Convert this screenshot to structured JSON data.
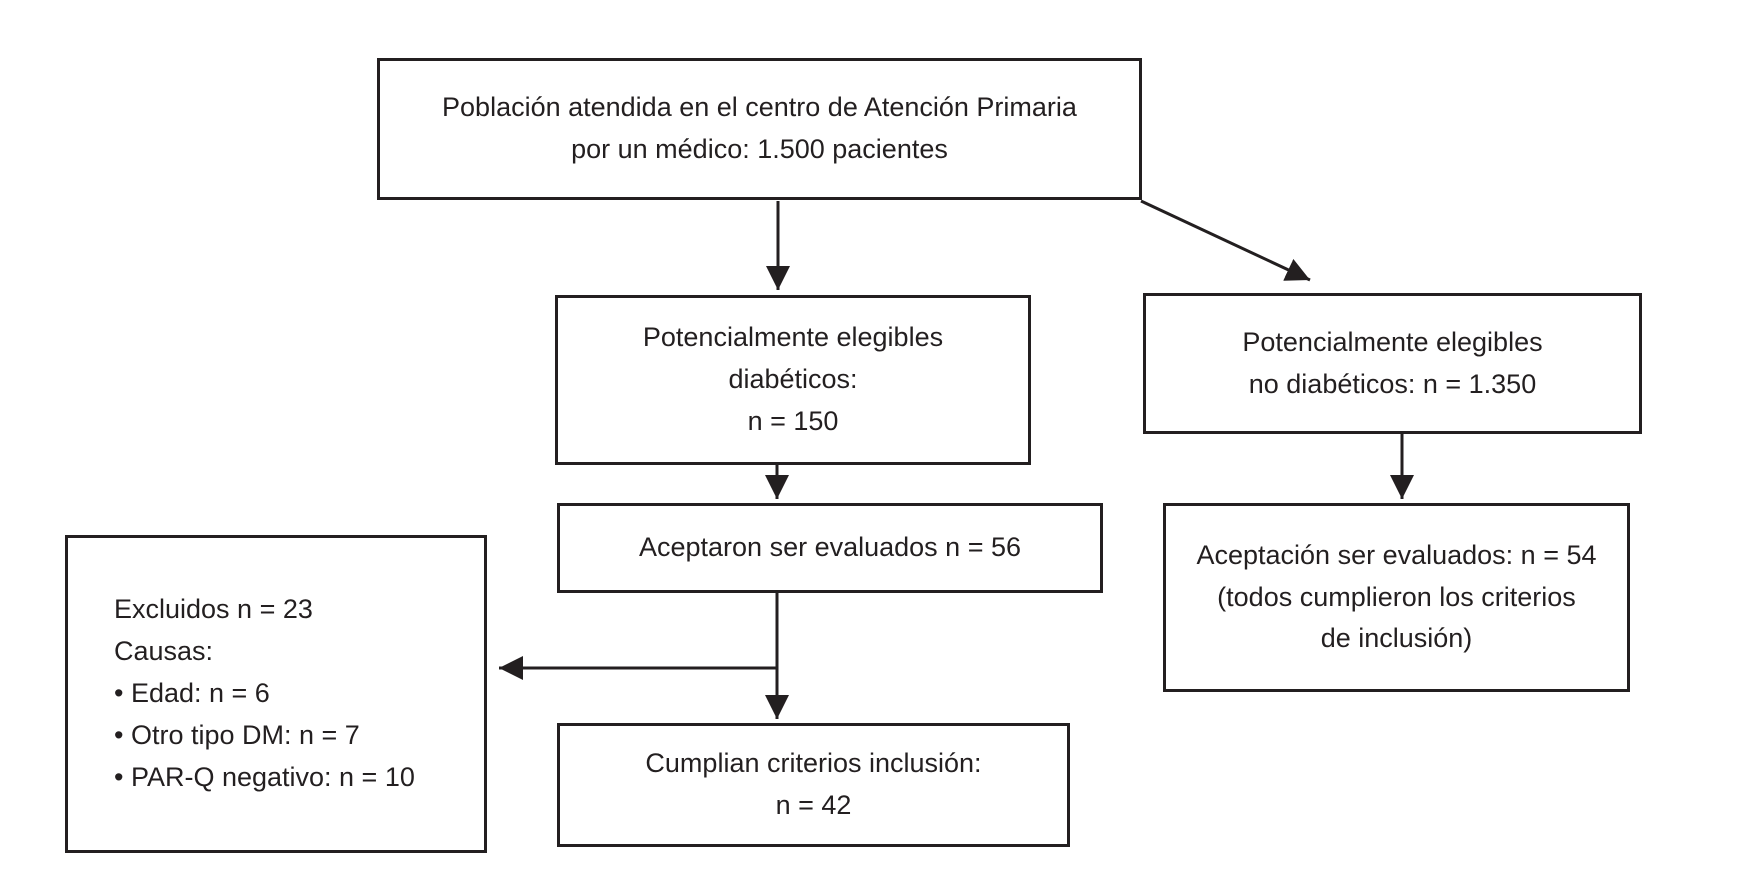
{
  "colors": {
    "ink": "#231f20",
    "background": "#ffffff"
  },
  "diagram": {
    "nodes": {
      "population": {
        "text": "Población atendida en el centro de Atención Primaria\npor un médico: 1.500 pacientes",
        "n": "1.500"
      },
      "diabeticos": {
        "text": "Potencialmente elegibles\ndiabéticos:\nn = 150",
        "n": "150"
      },
      "no_diabeticos": {
        "text": "Potencialmente elegibles\nno diabéticos: n = 1.350",
        "n": "1.350"
      },
      "aceptaron": {
        "text": "Aceptaron ser evaluados n = 56",
        "n": "56"
      },
      "aceptacion": {
        "text": "Aceptación ser evaluados: n = 54\n(todos cumplieron los criterios\nde inclusión)",
        "n": "54"
      },
      "excluidos": {
        "text": "Excluidos n = 23\nCausas:\n• Edad: n = 6\n• Otro tipo DM: n = 7\n• PAR-Q negativo: n = 10",
        "n": "23"
      },
      "cumplian": {
        "text": "Cumplian criterios inclusión:\nn = 42",
        "n": "42"
      }
    }
  }
}
